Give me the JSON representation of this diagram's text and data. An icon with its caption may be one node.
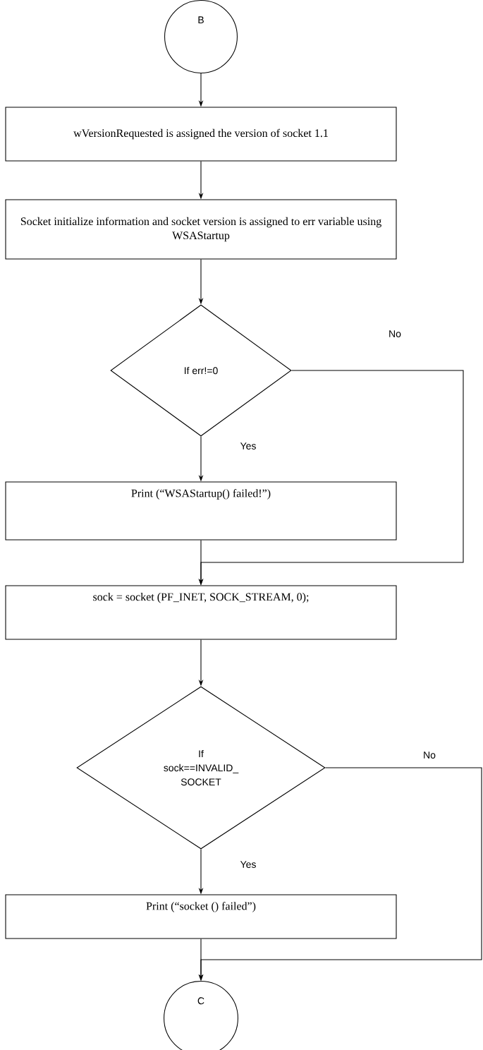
{
  "diagram": {
    "nodes": [
      {
        "text": [
          "B"
        ]
      },
      {
        "text": [
          "wVersionRequested is assigned the version of socket 1.1"
        ]
      },
      {
        "text": [
          "Socket initialize information and socket version is assigned to err variable using WSAStartup"
        ]
      },
      {
        "text": [
          "If err!=0"
        ]
      },
      {
        "text": [
          "Print (“WSAStartup() failed!”)"
        ]
      },
      {
        "text": [
          "sock = socket (PF_INET, SOCK_STREAM, 0);"
        ]
      },
      {
        "text": [
          "If sock==INVALID_ SOCKET"
        ]
      },
      {
        "text": [
          "Print (“socket () failed”)"
        ]
      },
      {
        "text": [
          "C"
        ]
      }
    ],
    "edges": [
      {
        "from": 0,
        "to": 1,
        "arrow": "to"
      },
      {
        "from": 1,
        "to": 2,
        "arrow": "to"
      },
      {
        "from": 2,
        "to": 3,
        "arrow": "to"
      },
      {
        "from": 3,
        "to": 4,
        "arrow": "to",
        "label": "Yes"
      },
      {
        "from": 3,
        "to": 5,
        "arrow": "to",
        "label": "No"
      },
      {
        "from": 4,
        "to": 5,
        "arrow": "to"
      },
      {
        "from": 5,
        "to": 6,
        "arrow": "to"
      },
      {
        "from": 6,
        "to": 7,
        "arrow": "to",
        "label": "Yes"
      },
      {
        "from": 6,
        "to": 8,
        "arrow": "to",
        "label": "No"
      },
      {
        "from": 7,
        "to": 8,
        "arrow": "to"
      }
    ]
  }
}
